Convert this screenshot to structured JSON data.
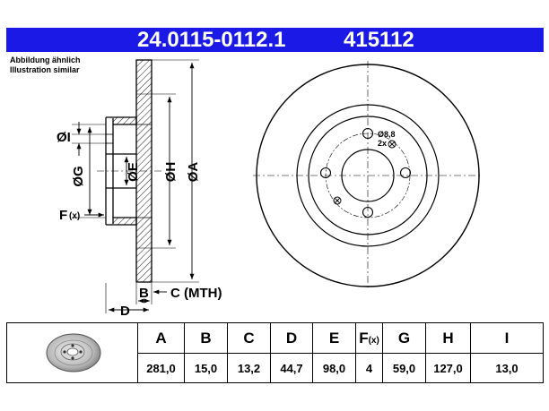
{
  "header": {
    "part_number": "24.0115-0112.1",
    "reference": "415112"
  },
  "note": {
    "line1": "Abbildung ähnlich",
    "line2": "Illustration similar"
  },
  "dimensions": {
    "I": "ØI",
    "G": "ØG",
    "E": "ØE",
    "H": "ØH",
    "A": "ØA",
    "F": "F",
    "F_suffix": "(x)",
    "B": "B",
    "C": "C (MTH)",
    "D": "D",
    "hole_dia": "Ø8,8",
    "hole_count": "2x"
  },
  "colors": {
    "header_bg": "#1a19e6",
    "header_text": "#ffffff",
    "line": "#000000"
  },
  "table": {
    "headers": [
      "A",
      "B",
      "C",
      "D",
      "E",
      "F",
      "G",
      "H",
      "I"
    ],
    "F_suffix": "(x)",
    "values": [
      "281,0",
      "15,0",
      "13,2",
      "44,7",
      "98,0",
      "4",
      "59,0",
      "127,0",
      "13,0"
    ],
    "thumbnail_icon": "brake-disc-icon"
  }
}
